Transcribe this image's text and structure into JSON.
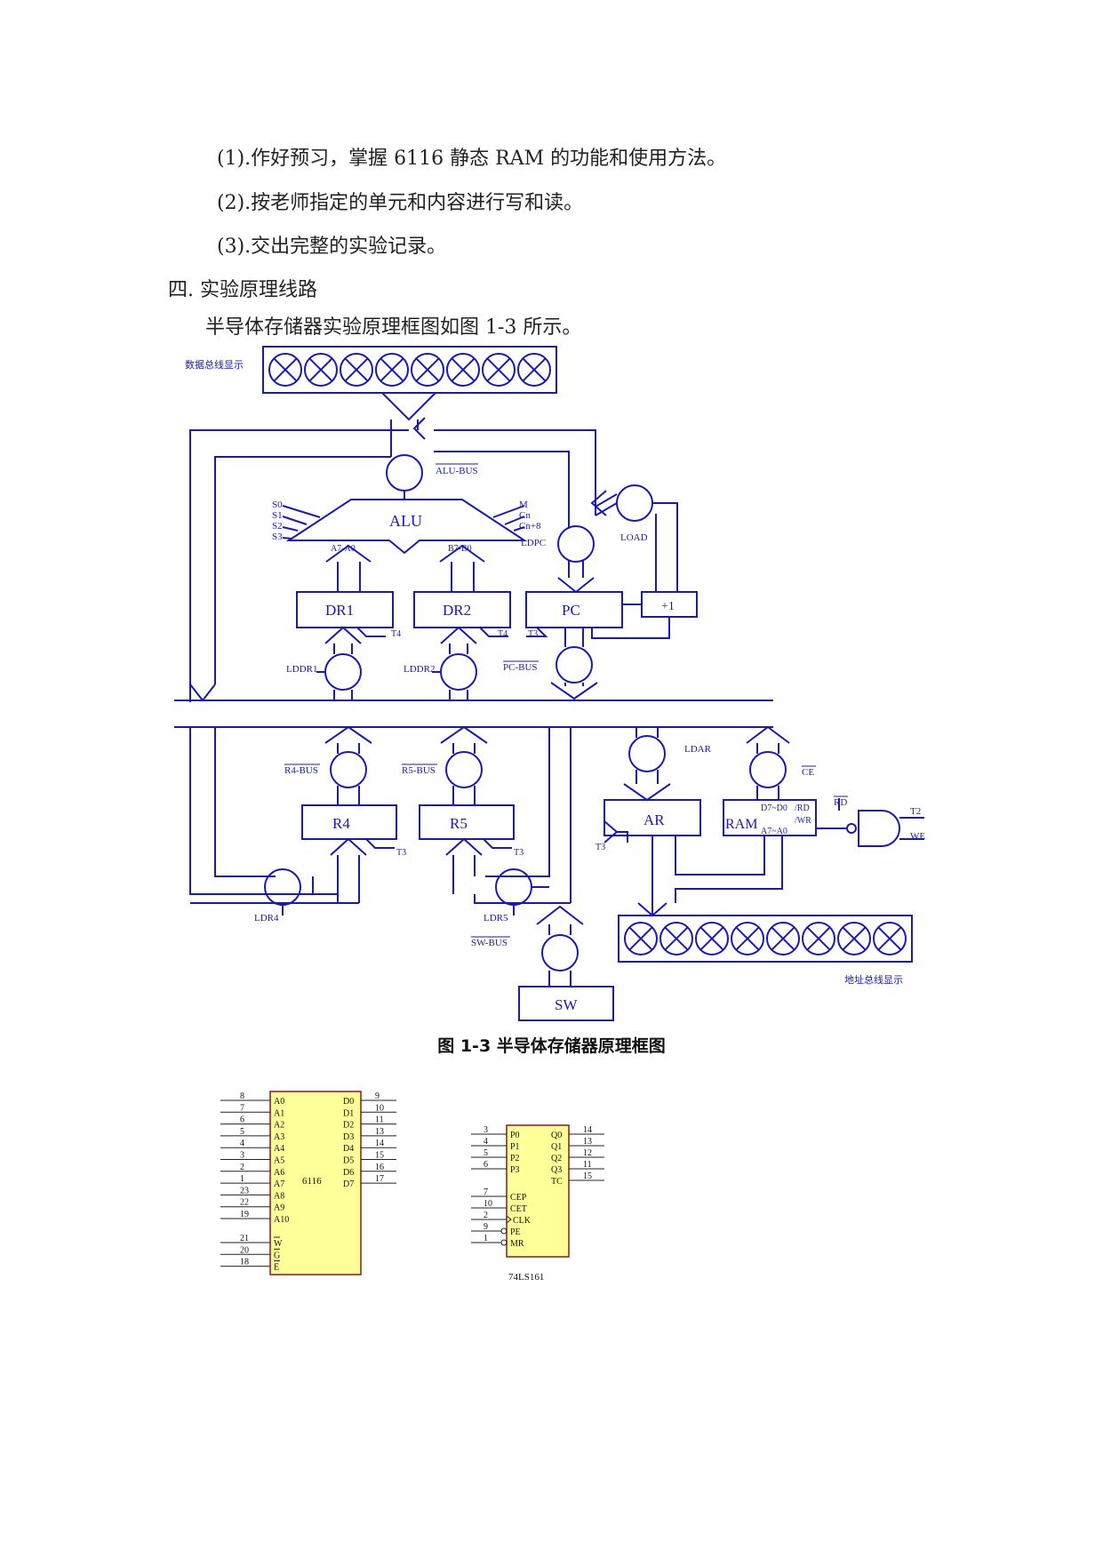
{
  "items": [
    "(1).作好预习，掌握 6116 静态 RAM 的功能和使用方法。",
    "(2).按老师指定的单元和内容进行写和读。",
    "(3).交出完整的实验记录。"
  ],
  "section_heading": "四. 实验原理线路",
  "intro": "半导体存储器实验原理框图如图 1-3 所示。",
  "caption": "图 1-3 半导体存储器原理框图",
  "diagram": {
    "data_bus_display": "数据总线显示",
    "addr_bus_display": "地址总线显示",
    "alu": "ALU",
    "alu_bus": "ALU-BUS",
    "s_labels": [
      "S0",
      "S1",
      "S2",
      "S3"
    ],
    "m_labels": [
      "M",
      "Cn",
      "Cn+8"
    ],
    "a7a0": "A7-A0",
    "b7b0": "B7-B0",
    "ldpc": "LDPC",
    "load": "LOAD",
    "dr1": "DR1",
    "dr2": "DR2",
    "pc": "PC",
    "plus1": "+1",
    "t4": "T4",
    "t3": "T3",
    "t2": "T2",
    "lddr1": "LDDR1",
    "lddr2": "LDDR2",
    "pc_bus": "PC-BUS",
    "r4": "R4",
    "r5": "R5",
    "r4_bus": "R4-BUS",
    "r5_bus": "R5-BUS",
    "ldar": "LDAR",
    "ce": "CE",
    "ar": "AR",
    "ram": "RAM",
    "d7d0": "D7~D0",
    "a7a0_ram": "A7~A0",
    "rd_in": "/RD",
    "wr_in": "/WR",
    "rd": "RD",
    "we": "WE",
    "ldr4": "LDR4",
    "ldr5": "LDR5",
    "sw_bus": "SW-BUS",
    "sw": "SW"
  },
  "chip6116": {
    "name": "6116",
    "left_pins": [
      {
        "num": "8",
        "name": "A0"
      },
      {
        "num": "7",
        "name": "A1"
      },
      {
        "num": "6",
        "name": "A2"
      },
      {
        "num": "5",
        "name": "A3"
      },
      {
        "num": "4",
        "name": "A4"
      },
      {
        "num": "3",
        "name": "A5"
      },
      {
        "num": "2",
        "name": "A6"
      },
      {
        "num": "1",
        "name": "A7"
      },
      {
        "num": "23",
        "name": "A8"
      },
      {
        "num": "22",
        "name": "A9"
      },
      {
        "num": "19",
        "name": "A10"
      }
    ],
    "ctrl_pins": [
      {
        "num": "21",
        "name": "W"
      },
      {
        "num": "20",
        "name": "G"
      },
      {
        "num": "18",
        "name": "E"
      }
    ],
    "right_pins": [
      {
        "num": "9",
        "name": "D0"
      },
      {
        "num": "10",
        "name": "D1"
      },
      {
        "num": "11",
        "name": "D2"
      },
      {
        "num": "13",
        "name": "D3"
      },
      {
        "num": "14",
        "name": "D4"
      },
      {
        "num": "15",
        "name": "D5"
      },
      {
        "num": "16",
        "name": "D6"
      },
      {
        "num": "17",
        "name": "D7"
      }
    ]
  },
  "chip161": {
    "name": "74LS161",
    "left_pins": [
      {
        "num": "3",
        "name": "P0"
      },
      {
        "num": "4",
        "name": "P1"
      },
      {
        "num": "5",
        "name": "P2"
      },
      {
        "num": "6",
        "name": "P3"
      }
    ],
    "ctrl_pins": [
      {
        "num": "7",
        "name": "CEP"
      },
      {
        "num": "10",
        "name": "CET"
      },
      {
        "num": "2",
        "name": "CLK"
      },
      {
        "num": "9",
        "name": "PE"
      },
      {
        "num": "1",
        "name": "MR"
      }
    ],
    "right_pins": [
      {
        "num": "14",
        "name": "Q0"
      },
      {
        "num": "13",
        "name": "Q1"
      },
      {
        "num": "12",
        "name": "Q2"
      },
      {
        "num": "11",
        "name": "Q3"
      },
      {
        "num": "15",
        "name": "TC"
      }
    ]
  },
  "colors": {
    "line": "#1a1ab0",
    "chip_fill": "#ffff99",
    "chip_line": "#8b1a1a"
  }
}
